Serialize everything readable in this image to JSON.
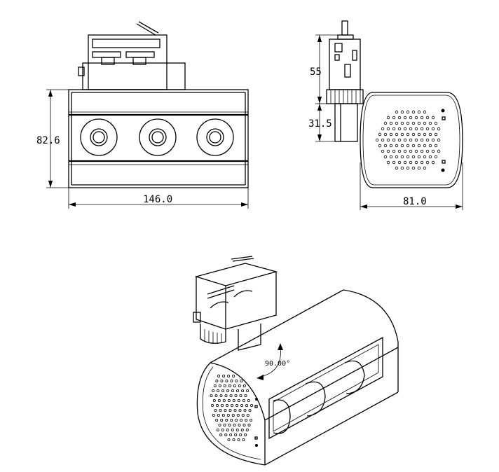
{
  "dimensions": {
    "front_height": "82.6",
    "front_width": "146.0",
    "side_top_height": "55",
    "side_lower_height": "31.5",
    "side_width": "81.0"
  },
  "annotations": {
    "rotation_angle": "90.00°"
  }
}
